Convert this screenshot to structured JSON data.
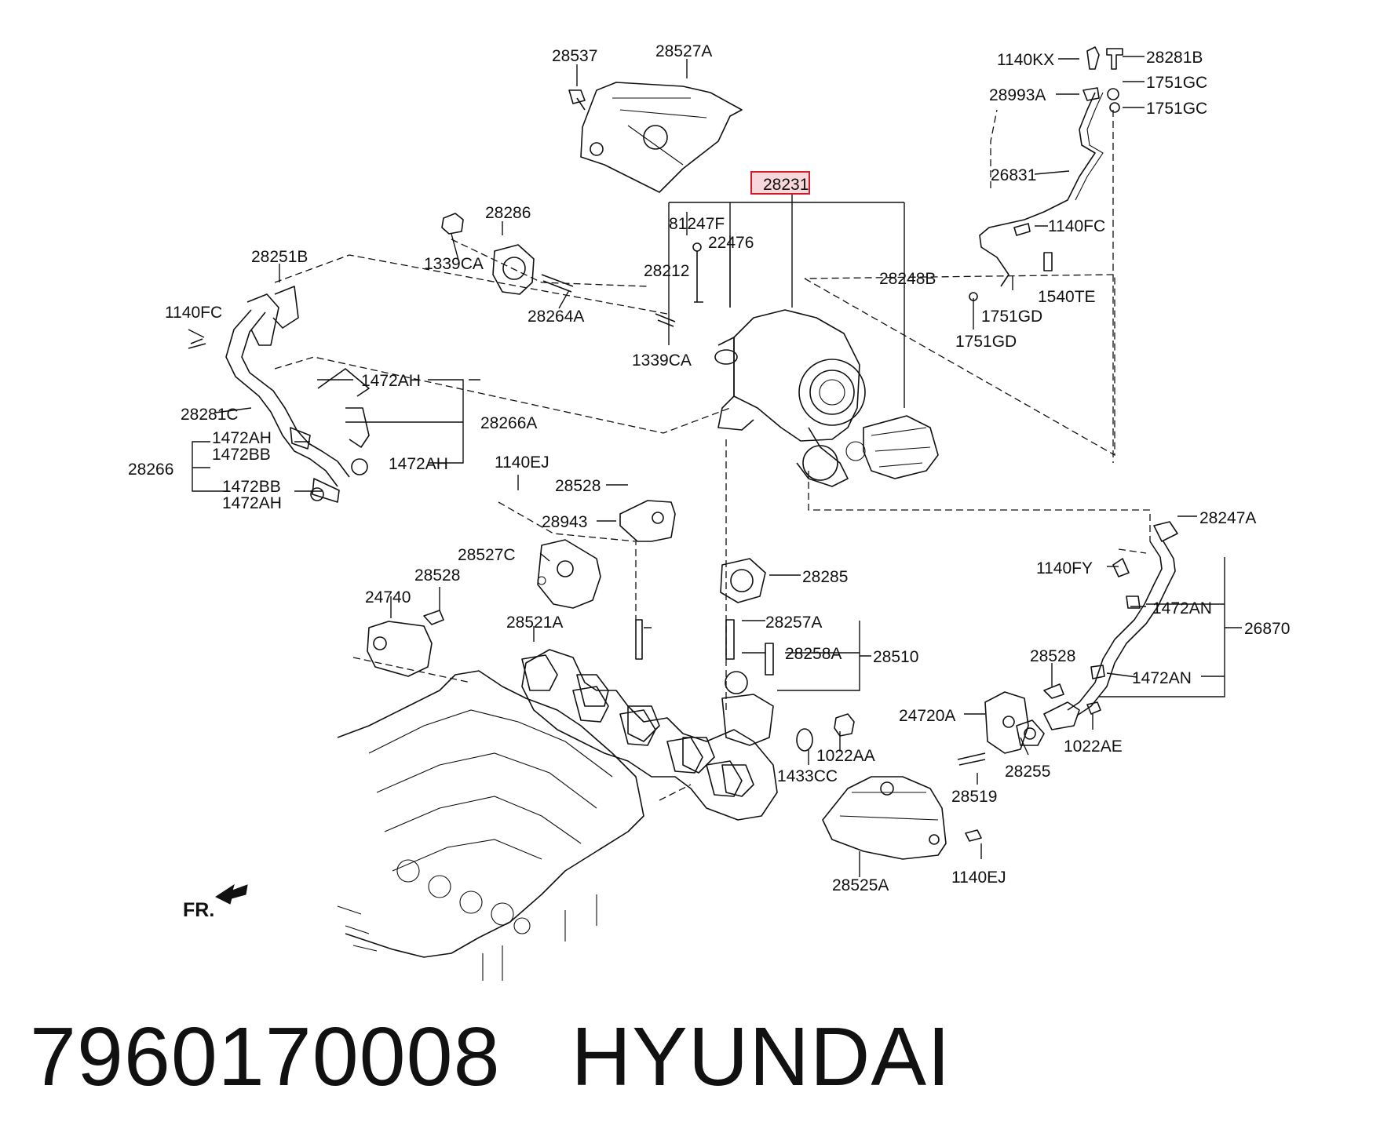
{
  "footer": {
    "part_number": "7960170008",
    "brand": "HYUNDAI"
  },
  "highlighted_label": "28231",
  "orientation_label": "FR.",
  "callouts": {
    "c28537": "28537",
    "c28527A": "28527A",
    "c28231": "28231",
    "c1140KX": "1140KX",
    "c28281B": "28281B",
    "c28993A": "28993A",
    "c1751GC_a": "1751GC",
    "c1751GC_b": "1751GC",
    "c26831": "26831",
    "c1140FC_r": "1140FC",
    "c1540TE": "1540TE",
    "c1751GD_a": "1751GD",
    "c1751GD_b": "1751GD",
    "c28286": "28286",
    "c1339CA_t": "1339CA",
    "c28264A": "28264A",
    "c81247F": "81247F",
    "c22476": "22476",
    "c28212": "28212",
    "c28248B": "28248B",
    "c1339CA_m": "1339CA",
    "c28251B": "28251B",
    "c1140FC_l": "1140FC",
    "c1472AH_a": "1472AH",
    "c28281C": "28281C",
    "c28266A": "28266A",
    "c1472AH_b": "1472AH",
    "c1472BB_a": "1472BB",
    "c1472AH_c": "1472AH",
    "c28266": "28266",
    "c1472BB_b": "1472BB",
    "c1472AH_d": "1472AH",
    "c1140EJ_t": "1140EJ",
    "c28528_a": "28528",
    "c28943": "28943",
    "c28527C": "28527C",
    "c28285": "28285",
    "c28528_b": "28528",
    "c24740": "24740",
    "c28521A": "28521A",
    "c28257A": "28257A",
    "c28258A": "28258A",
    "c28510": "28510",
    "c1022AA": "1022AA",
    "c1433CC": "1433CC",
    "c28247A": "28247A",
    "c1140FY": "1140FY",
    "c1472AN_a": "1472AN",
    "c26870": "26870",
    "c28528_c": "28528",
    "c1472AN_b": "1472AN",
    "c24720A": "24720A",
    "c1022AE": "1022AE",
    "c28255": "28255",
    "c28519": "28519",
    "c28525A": "28525A",
    "c1140EJ_b": "1140EJ"
  }
}
